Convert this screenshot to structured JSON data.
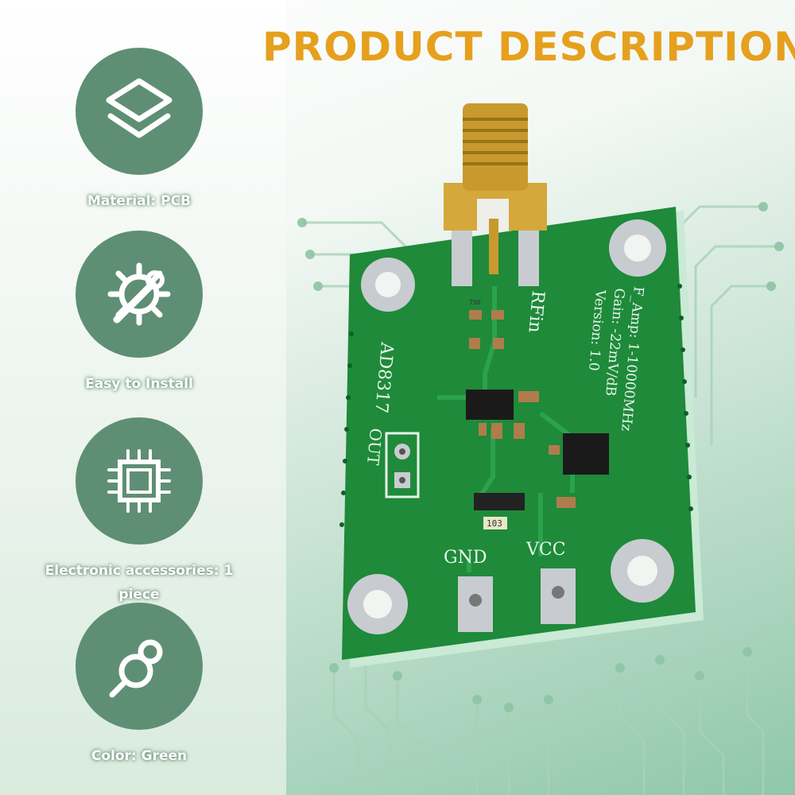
{
  "title": "PRODUCT DESCRIPTION",
  "features": [
    {
      "icon": "layers-icon",
      "label": "Material: PCB"
    },
    {
      "icon": "gear-wrench-icon",
      "label": "Easy to Install"
    },
    {
      "icon": "chip-icon",
      "label": "Electronic accessories: 1 piece"
    },
    {
      "icon": "color-link-icon",
      "label": "Color: Green"
    }
  ],
  "board": {
    "chip_label": "AD8317",
    "rf_label": "RFin",
    "specs": [
      "F_Amp: 1-10000MHz",
      "Gain: -22mV/dB",
      "Version: 1.0"
    ],
    "out_label": "OUT",
    "gnd_label": "GND",
    "vcc_label": "VCC",
    "resistor_label": "103",
    "small_label": "750"
  },
  "colors": {
    "accent": "#e6a01e",
    "circle": "#5e8f75",
    "pcb": "#1e8a3a",
    "pad": "#c8ccd0",
    "gold": "#d4a83a"
  }
}
